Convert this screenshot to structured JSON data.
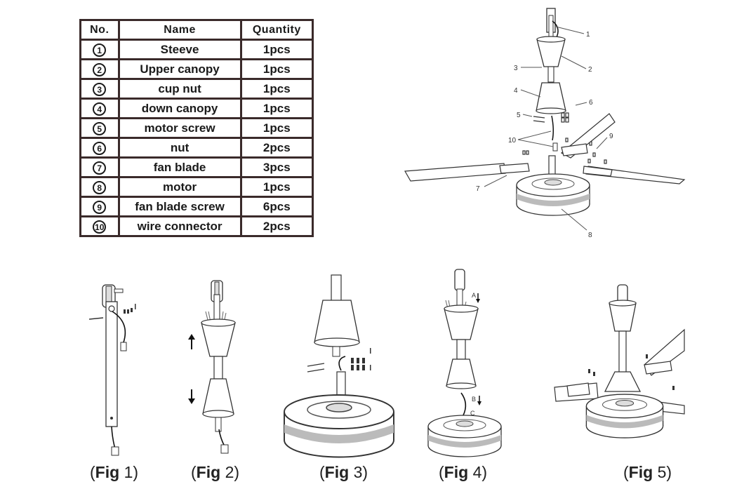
{
  "table": {
    "headers": {
      "no": "No.",
      "name": "Name",
      "quantity": "Quantity"
    },
    "rows": [
      {
        "no": "1",
        "name": "Steeve",
        "quantity": "1pcs"
      },
      {
        "no": "2",
        "name": "Upper canopy",
        "quantity": "1pcs"
      },
      {
        "no": "3",
        "name": "cup nut",
        "quantity": "1pcs"
      },
      {
        "no": "4",
        "name": "down canopy",
        "quantity": "1pcs"
      },
      {
        "no": "5",
        "name": "motor screw",
        "quantity": "1pcs"
      },
      {
        "no": "6",
        "name": "nut",
        "quantity": "2pcs"
      },
      {
        "no": "7",
        "name": "fan blade",
        "quantity": "3pcs"
      },
      {
        "no": "8",
        "name": "motor",
        "quantity": "1pcs"
      },
      {
        "no": "9",
        "name": "fan blade screw",
        "quantity": "6pcs"
      },
      {
        "no": "10",
        "name": "wire connector",
        "quantity": "2pcs"
      }
    ]
  },
  "exploded_view": {
    "callouts": [
      "1",
      "2",
      "3",
      "4",
      "5",
      "6",
      "7",
      "8",
      "9",
      "10"
    ]
  },
  "figures": [
    {
      "word": "Fig",
      "number": "1"
    },
    {
      "word": "Fig",
      "number": "2"
    },
    {
      "word": "Fig",
      "number": "3"
    },
    {
      "word": "Fig",
      "number": "4"
    },
    {
      "word": "Fig",
      "number": "5"
    }
  ],
  "step_labels": {
    "a": "A",
    "b": "B",
    "c": "C"
  }
}
